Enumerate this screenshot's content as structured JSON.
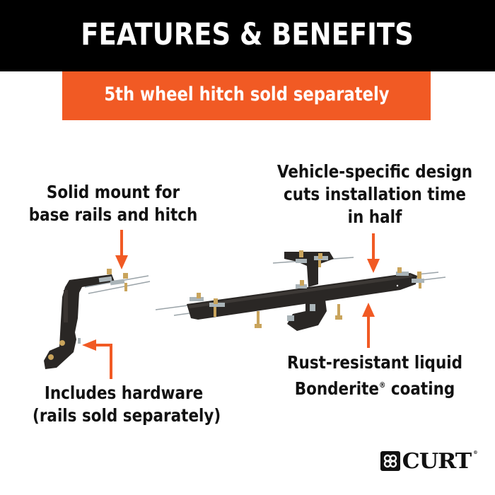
{
  "header": {
    "title": "FEATURES & BENEFITS",
    "background": "#000000",
    "text_color": "#ffffff"
  },
  "notice": {
    "text": "5th wheel hitch sold separately",
    "background": "#f15a24",
    "text_color": "#ffffff"
  },
  "callouts": {
    "mount": {
      "lines": [
        "Solid mount for",
        "base rails and hitch"
      ]
    },
    "design": {
      "lines": [
        "Vehicle-specific design",
        "cuts installation time",
        "in half"
      ]
    },
    "hardware": {
      "lines": [
        "Includes hardware",
        "(rails sold separately)"
      ]
    },
    "coating": {
      "line1": "Rust-resistant liquid",
      "line2_prefix": "Bonderite",
      "line2_mark": "®",
      "line2_suffix": " coating"
    }
  },
  "product": {
    "items": [
      "mounting-bracket",
      "base-rail-crossmember"
    ],
    "body_color": "#2a2725",
    "bolt_color": "#c9a45c",
    "rod_color": "#9aa3a8"
  },
  "arrows": {
    "color": "#f15a24"
  },
  "brand": {
    "name": "CURT",
    "mark": "®"
  }
}
